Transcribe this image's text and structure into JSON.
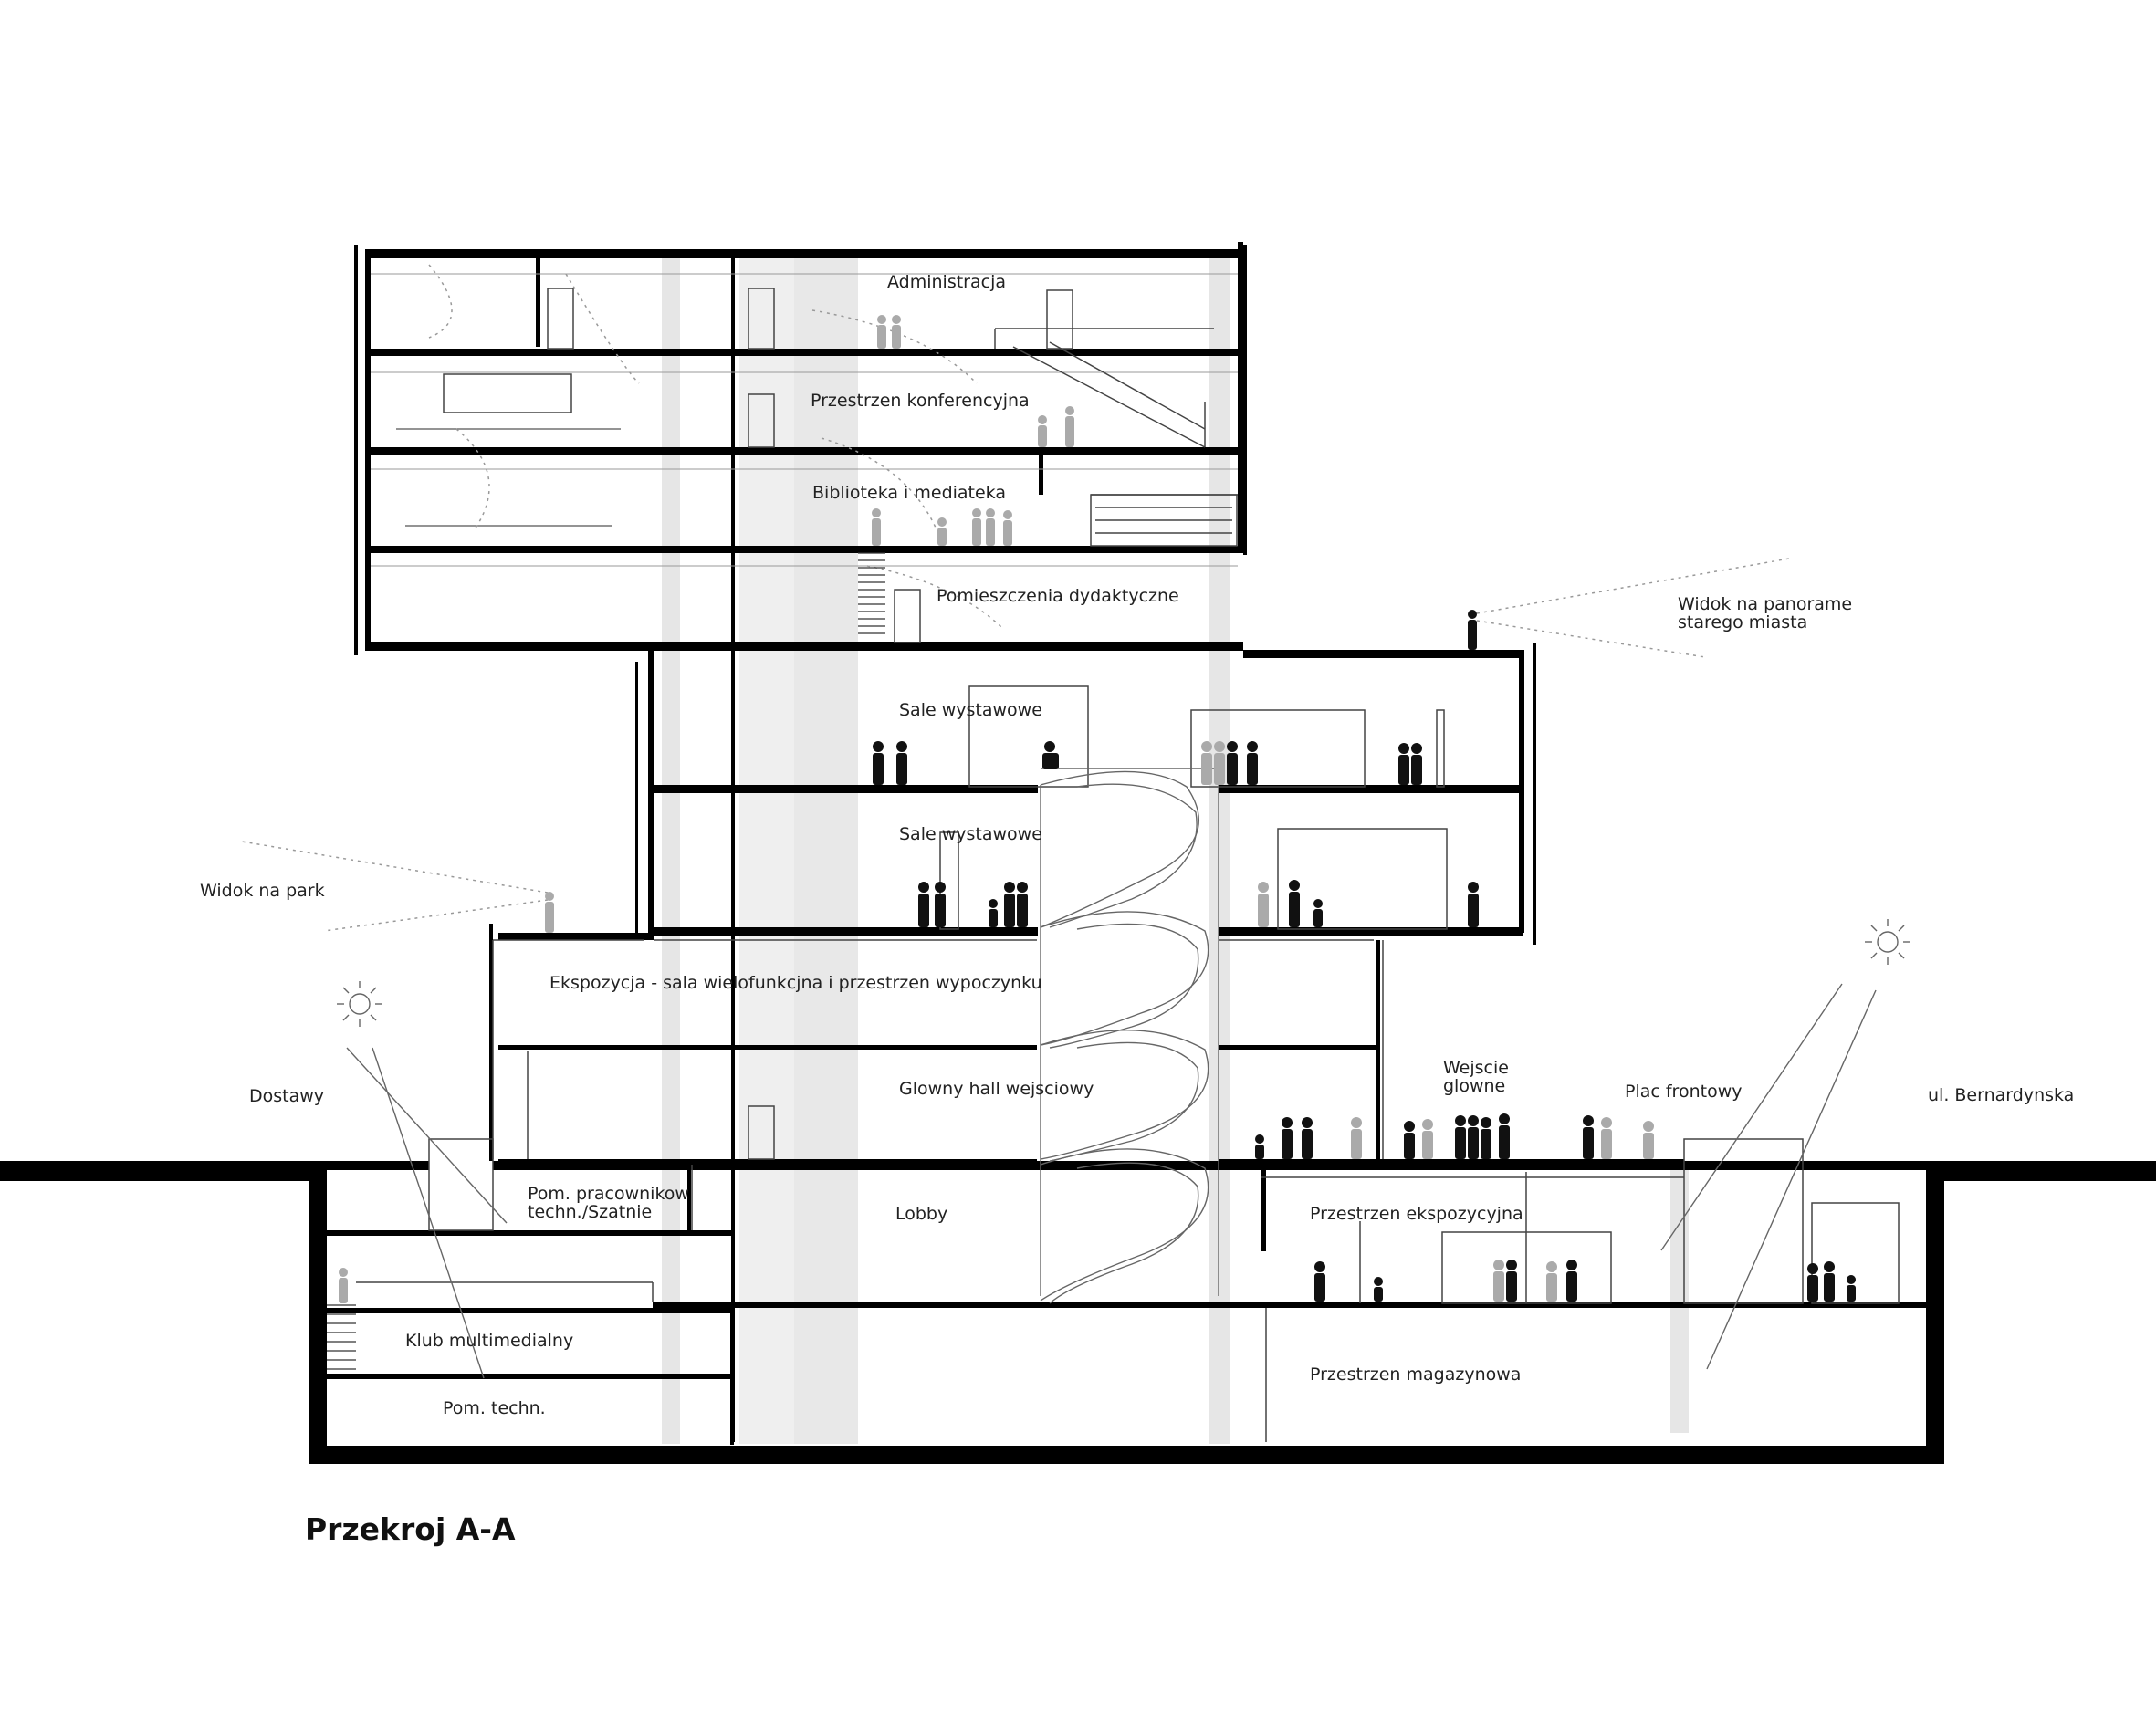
{
  "title": "Przekroj A-A",
  "rooms": {
    "administracja": "Administracja",
    "konferencyjna": "Przestrzen konferencyjna",
    "biblioteka": "Biblioteka i mediateka",
    "dydaktyczne": "Pomieszczenia dydaktyczne",
    "sale1": "Sale wystawowe",
    "sale2": "Sale wystawowe",
    "ekspozycja": "Ekspozycja - sala wielofunkcjna i przestrzen wypoczynku",
    "hall": "Glowny hall wejsciowy",
    "pracownikow_1": "Pom. pracownikow",
    "pracownikow_2": "techn./Szatnie",
    "lobby": "Lobby",
    "ekspozycyjna": "Przestrzen ekspozycyjna",
    "klub": "Klub multimedialny",
    "techn": "Pom. techn.",
    "magazynowa": "Przestrzen magazynowa"
  },
  "outside": {
    "widok_panorama_1": "Widok na panorame",
    "widok_panorama_2": "starego miasta",
    "widok_park": "Widok na park",
    "dostawy": "Dostawy",
    "wejscie_1": "Wejscie",
    "wejscie_2": "glowne",
    "plac": "Plac frontowy",
    "ulica": "ul. Bernardynska"
  },
  "icons": {
    "sun_left": "sun-icon",
    "sun_right": "sun-icon",
    "people": "person-icon"
  }
}
